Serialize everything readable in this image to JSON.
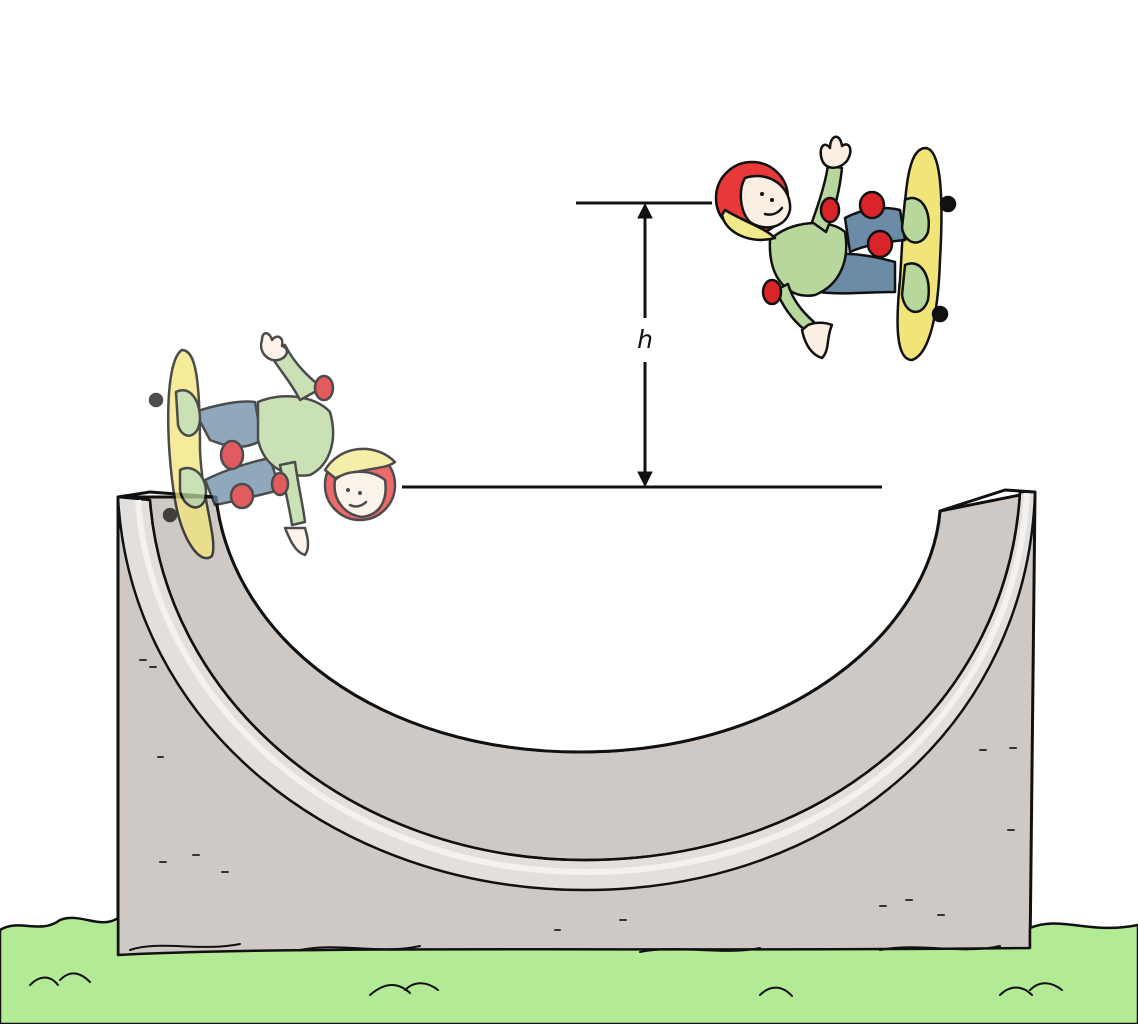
{
  "diagram": {
    "height_label": "h",
    "colors": {
      "ramp_face": "#cfc9c5",
      "ramp_curve_band": "#e3dfdc",
      "ramp_lip": "#f4f1ee",
      "grass": "#b3ea95",
      "helmet": "#e8393a",
      "helmet_visor": "#f2e98c",
      "shirt": "#b7d79c",
      "pants": "#6b8ba6",
      "pads": "#d9252a",
      "board": "#f1e57a",
      "skin": "#fbefe4",
      "outline": "#111111"
    },
    "figures": [
      {
        "name": "skater-faded",
        "opacity": 0.75
      },
      {
        "name": "skater-airborne",
        "opacity": 1
      }
    ]
  }
}
